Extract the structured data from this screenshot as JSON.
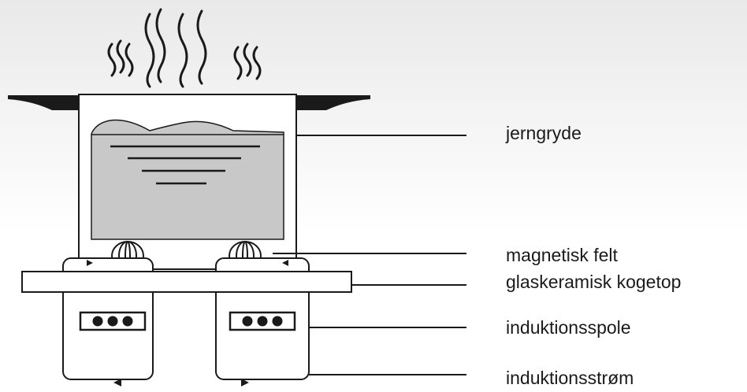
{
  "labels": {
    "pot": "jerngryde",
    "magnetic_field": "magnetisk felt",
    "cooktop": "glaskeramisk kogetop",
    "coil": "induktionsspole",
    "current": "induktionsstrøm"
  },
  "colors": {
    "line": "#1a1a1a",
    "pot_contents": "#c8c8c8",
    "pot_wall": "#ffffff",
    "handle": "#1a1a1a"
  }
}
